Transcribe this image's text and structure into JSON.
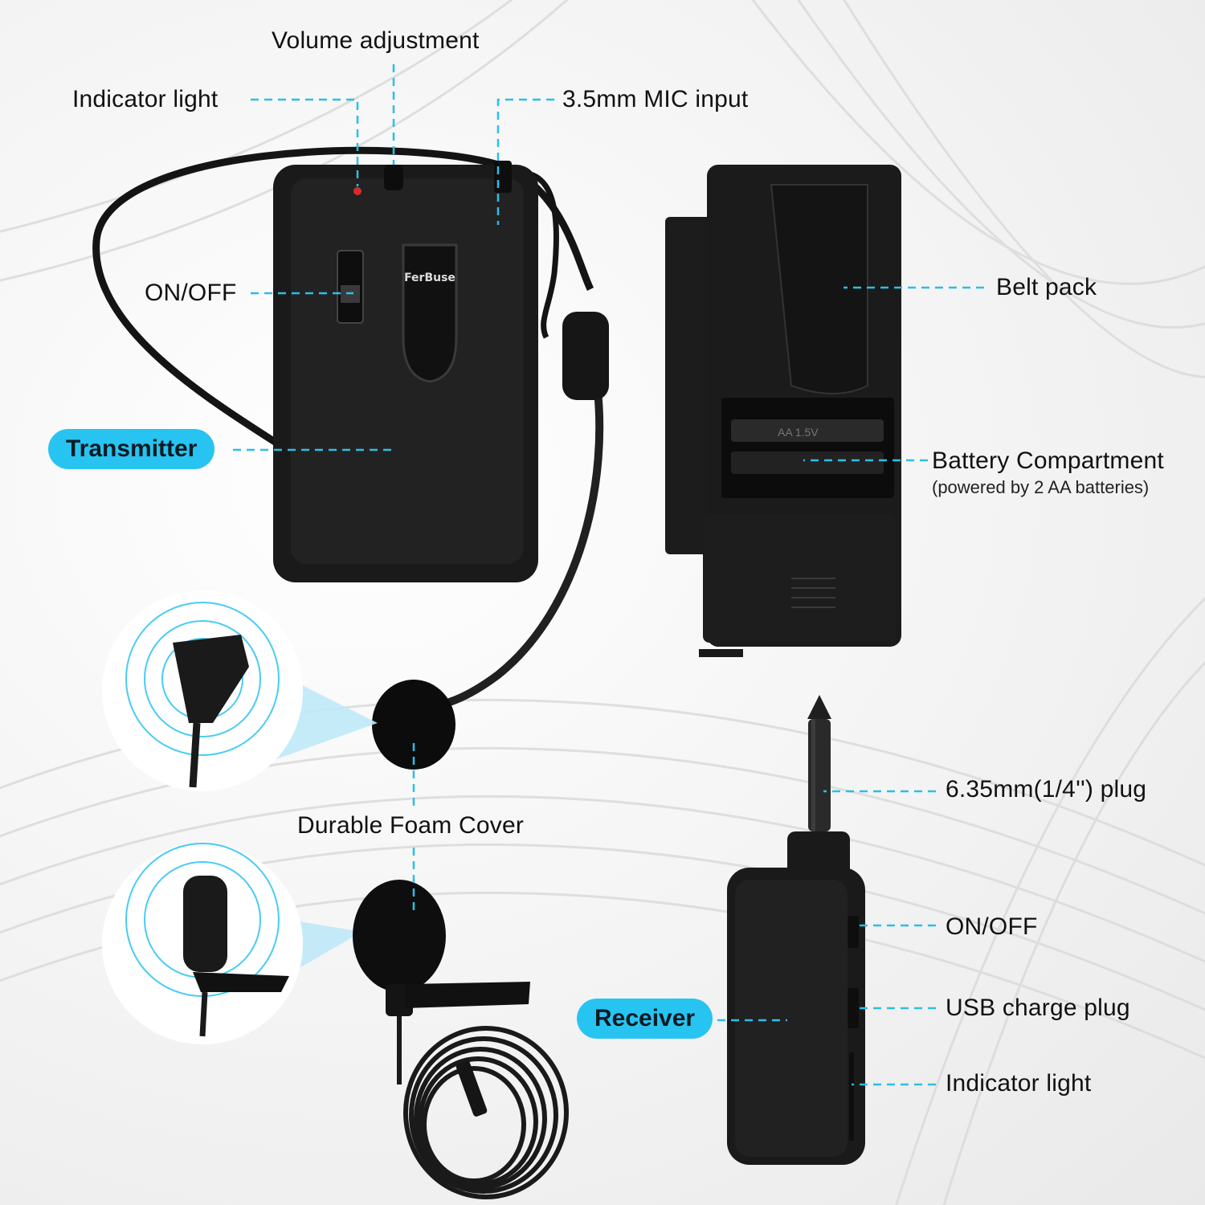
{
  "callouts": {
    "volume_adjustment": "Volume adjustment",
    "indicator_light_top": "Indicator light",
    "mic_input": "3.5mm MIC input",
    "on_off_transmitter": "ON/OFF",
    "belt_pack": "Belt pack",
    "battery_compartment": "Battery Compartment",
    "battery_note": "(powered by 2 AA batteries)",
    "foam_cover": "Durable Foam Cover",
    "plug": "6.35mm(1/4'') plug",
    "on_off_receiver": "ON/OFF",
    "usb_charge": "USB charge plug",
    "indicator_light_receiver": "Indicator light"
  },
  "badges": {
    "transmitter": "Transmitter",
    "receiver": "Receiver"
  },
  "device": {
    "brand": "FerBuse",
    "battery_label": "AA 1.5V"
  },
  "colors": {
    "accent": "#27c4f1",
    "device_body": "#1a1a1a",
    "leader_line": "#2bbfe6"
  }
}
